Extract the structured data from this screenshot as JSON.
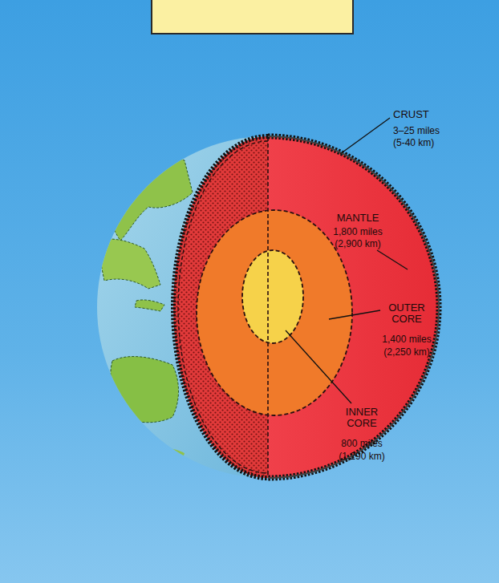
{
  "diagram": {
    "labels": [
      "CRUST",
      "3–25 miles",
      "(5-40 km)",
      "MANTLE",
      "1,800 miles",
      "(2,900 km)",
      "OUTER CORE",
      "1,400 miles",
      "(2,250 km)",
      "INNER CORE",
      "800 miles",
      "(1,290 km)"
    ]
  }
}
